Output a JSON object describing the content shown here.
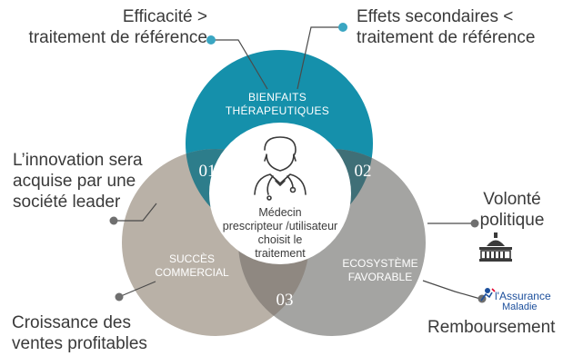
{
  "sections": {
    "therapeutic": "BIENFAITS\nTHÉRAPEUTIQUES",
    "commercial": "SUCCÈS\nCOMMERCIAL",
    "ecosystem": "ECOSYSTÈME\nFAVORABLE"
  },
  "numbers": {
    "n01": "01",
    "n02": "02",
    "n03": "03"
  },
  "center": {
    "text": "Médecin\nprescripteur /utilisateur\nchoisit le\ntraitement",
    "icon": "doctor-icon"
  },
  "callouts": {
    "efficacy": "Efficacité >\ntraitement de référence",
    "side_effects": "Effets secondaires <\ntraitement de référence",
    "innovation": "L’innovation sera\nacquise par une\nsociété leader",
    "growth": "Croissance des\nventes profitables",
    "political": "Volonté\npolitique",
    "reimbursement": "Remboursement"
  },
  "logo": {
    "line1": "l'Assurance",
    "line2": "Maladie"
  },
  "icons": {
    "political": "capitol-building-icon",
    "logo": "assurance-maladie-logo"
  },
  "colors": {
    "teal": "#1590ab",
    "tan": "#b9b1a7",
    "gray": "#a4a4a2",
    "dark_teal": "#3f6f77",
    "light_teal": "#2d7d8b",
    "mid_tan": "#8f8881",
    "text": "#3a3a3a",
    "dot": "#3aa6c2"
  }
}
